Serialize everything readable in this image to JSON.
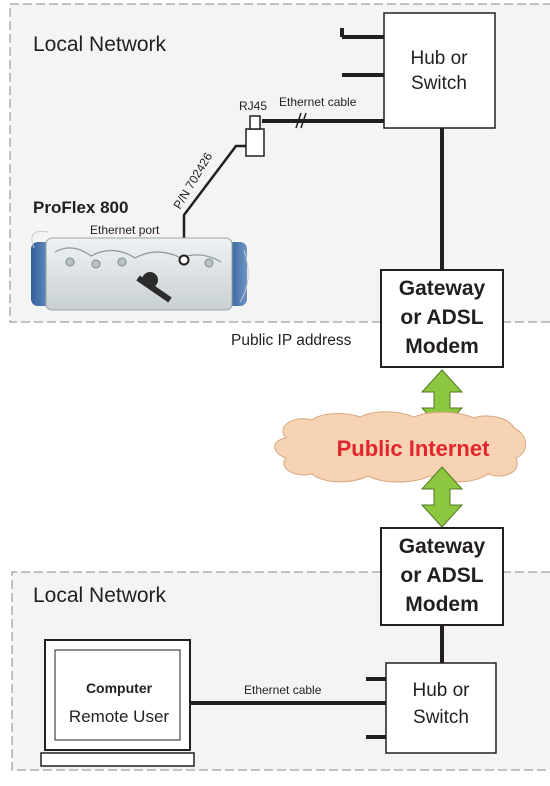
{
  "top_network": {
    "label": "Local Network",
    "hub_line1": "Hub or",
    "hub_line2": "Switch",
    "connector_label": "RJ45",
    "cable_label": "Ethernet cable",
    "part_number": "P/N 702426",
    "device_name": "ProFlex 800",
    "port_label": "Ethernet port",
    "gateway_line1": "Gateway",
    "gateway_line2": "or ADSL",
    "gateway_line3": "Modem",
    "ip_label": "Public IP address"
  },
  "internet": {
    "label": "Public Internet",
    "cloud_color": "#f6d3b3",
    "text_color": "#e3262e",
    "arrow_color": "#8dc63f"
  },
  "bottom_network": {
    "label": "Local Network",
    "gateway_line1": "Gateway",
    "gateway_line2": "or ADSL",
    "gateway_line3": "Modem",
    "computer_line1": "Computer",
    "computer_line2": "Remote User",
    "cable_label": "Ethernet cable",
    "hub_line1": "Hub or",
    "hub_line2": "Switch"
  },
  "colors": {
    "region_fill": "#f4f4f4",
    "line": "#231f20"
  }
}
